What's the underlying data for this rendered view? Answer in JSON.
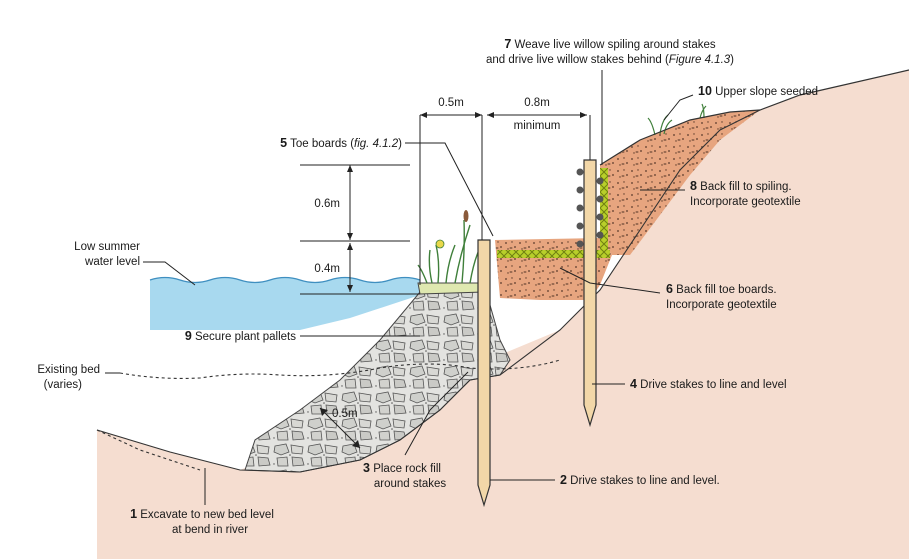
{
  "diagram": {
    "labels": {
      "l7_num": "7",
      "l7_line1": "Weave live willow spiling around stakes",
      "l7_line2_pre": "and drive live willow stakes behind (",
      "l7_line2_ref": "Figure 4.1.3",
      "l7_line2_post": ")",
      "l10_num": "10",
      "l10_text": "Upper slope seeded",
      "l5_num": "5",
      "l5_text_pre": "Toe boards (",
      "l5_text_ref": "fig. 4.1.2",
      "l5_text_post": ")",
      "l8_num": "8",
      "l8_line1": "Back fill to spiling.",
      "l8_line2": "Incorporate geotextile",
      "water_line1": "Low summer",
      "water_line2": "water level",
      "l6_num": "6",
      "l6_line1": "Back fill toe boards.",
      "l6_line2": "Incorporate geotextile",
      "l9_num": "9",
      "l9_text": "Secure plant pallets",
      "bed_line1": "Existing bed",
      "bed_line2": "(varies)",
      "l4_num": "4",
      "l4_text": "Drive stakes to line and level",
      "l3_num": "3",
      "l3_line1": "Place rock fill",
      "l3_line2": "around stakes",
      "l2_num": "2",
      "l2_text": "Drive stakes to line and level.",
      "l1_num": "1",
      "l1_line1": "Excavate to new bed level",
      "l1_line2": "at bend in river"
    },
    "dimensions": {
      "d_05_top": "0.5m",
      "d_08": "0.8m",
      "d_min": "minimum",
      "d_06": "0.6m",
      "d_04": "0.4m",
      "d_05_rock": "0.5m"
    },
    "colors": {
      "soil": "#f5ddd0",
      "backfill": "#e7a57f",
      "water": "#a8d9ef",
      "rock": "#e3e3e0",
      "stake": "#f2d7a8",
      "geotextile": "#b8cf2a",
      "pallet": "#dfe8b0",
      "plant": "#3f7f3a"
    }
  }
}
